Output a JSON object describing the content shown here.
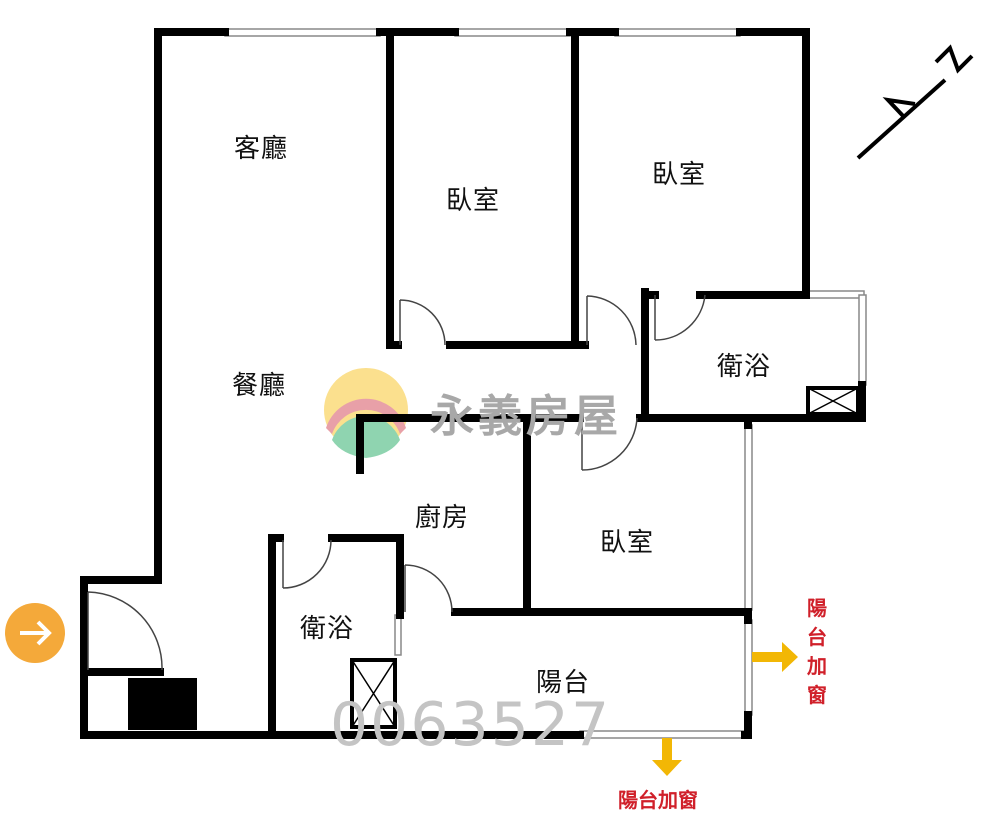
{
  "rooms": {
    "living": "客廳",
    "dining": "餐廳",
    "bedroom_1": "臥室",
    "bedroom_2": "臥室",
    "bedroom_3": "臥室",
    "bath_1": "衛浴",
    "bath_2": "衛浴",
    "kitchen": "廚房",
    "balcony": "陽台"
  },
  "annotations": {
    "balcony_window_right": "陽台加窗",
    "balcony_window_bottom": "陽台加窗"
  },
  "watermark": {
    "brand": "永義房屋",
    "listing_no": "0063527"
  },
  "compass": {
    "label": "N"
  },
  "colors": {
    "wall": "#000000",
    "arrow": "#f2b705",
    "note": "#d0202a",
    "entry": "#f4a93a"
  }
}
